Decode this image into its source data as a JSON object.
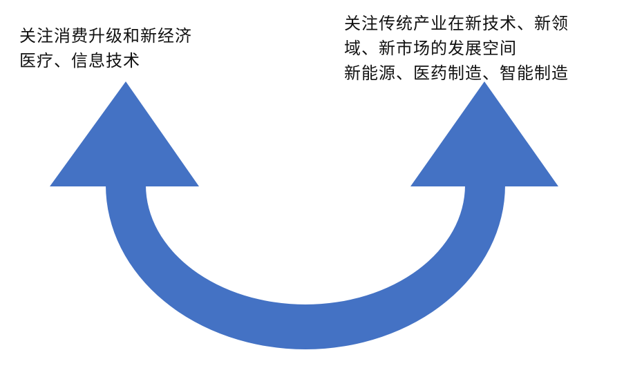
{
  "diagram": {
    "arrow_color": "#4472C4",
    "left_label": {
      "lines": [
        "关注消费升级和新经济",
        "医疗、信息技术"
      ]
    },
    "right_label": {
      "lines": [
        "关注传统产业在新技术、新领",
        "域、新市场的发展空间",
        "新能源、医药制造、智能制造"
      ]
    }
  }
}
